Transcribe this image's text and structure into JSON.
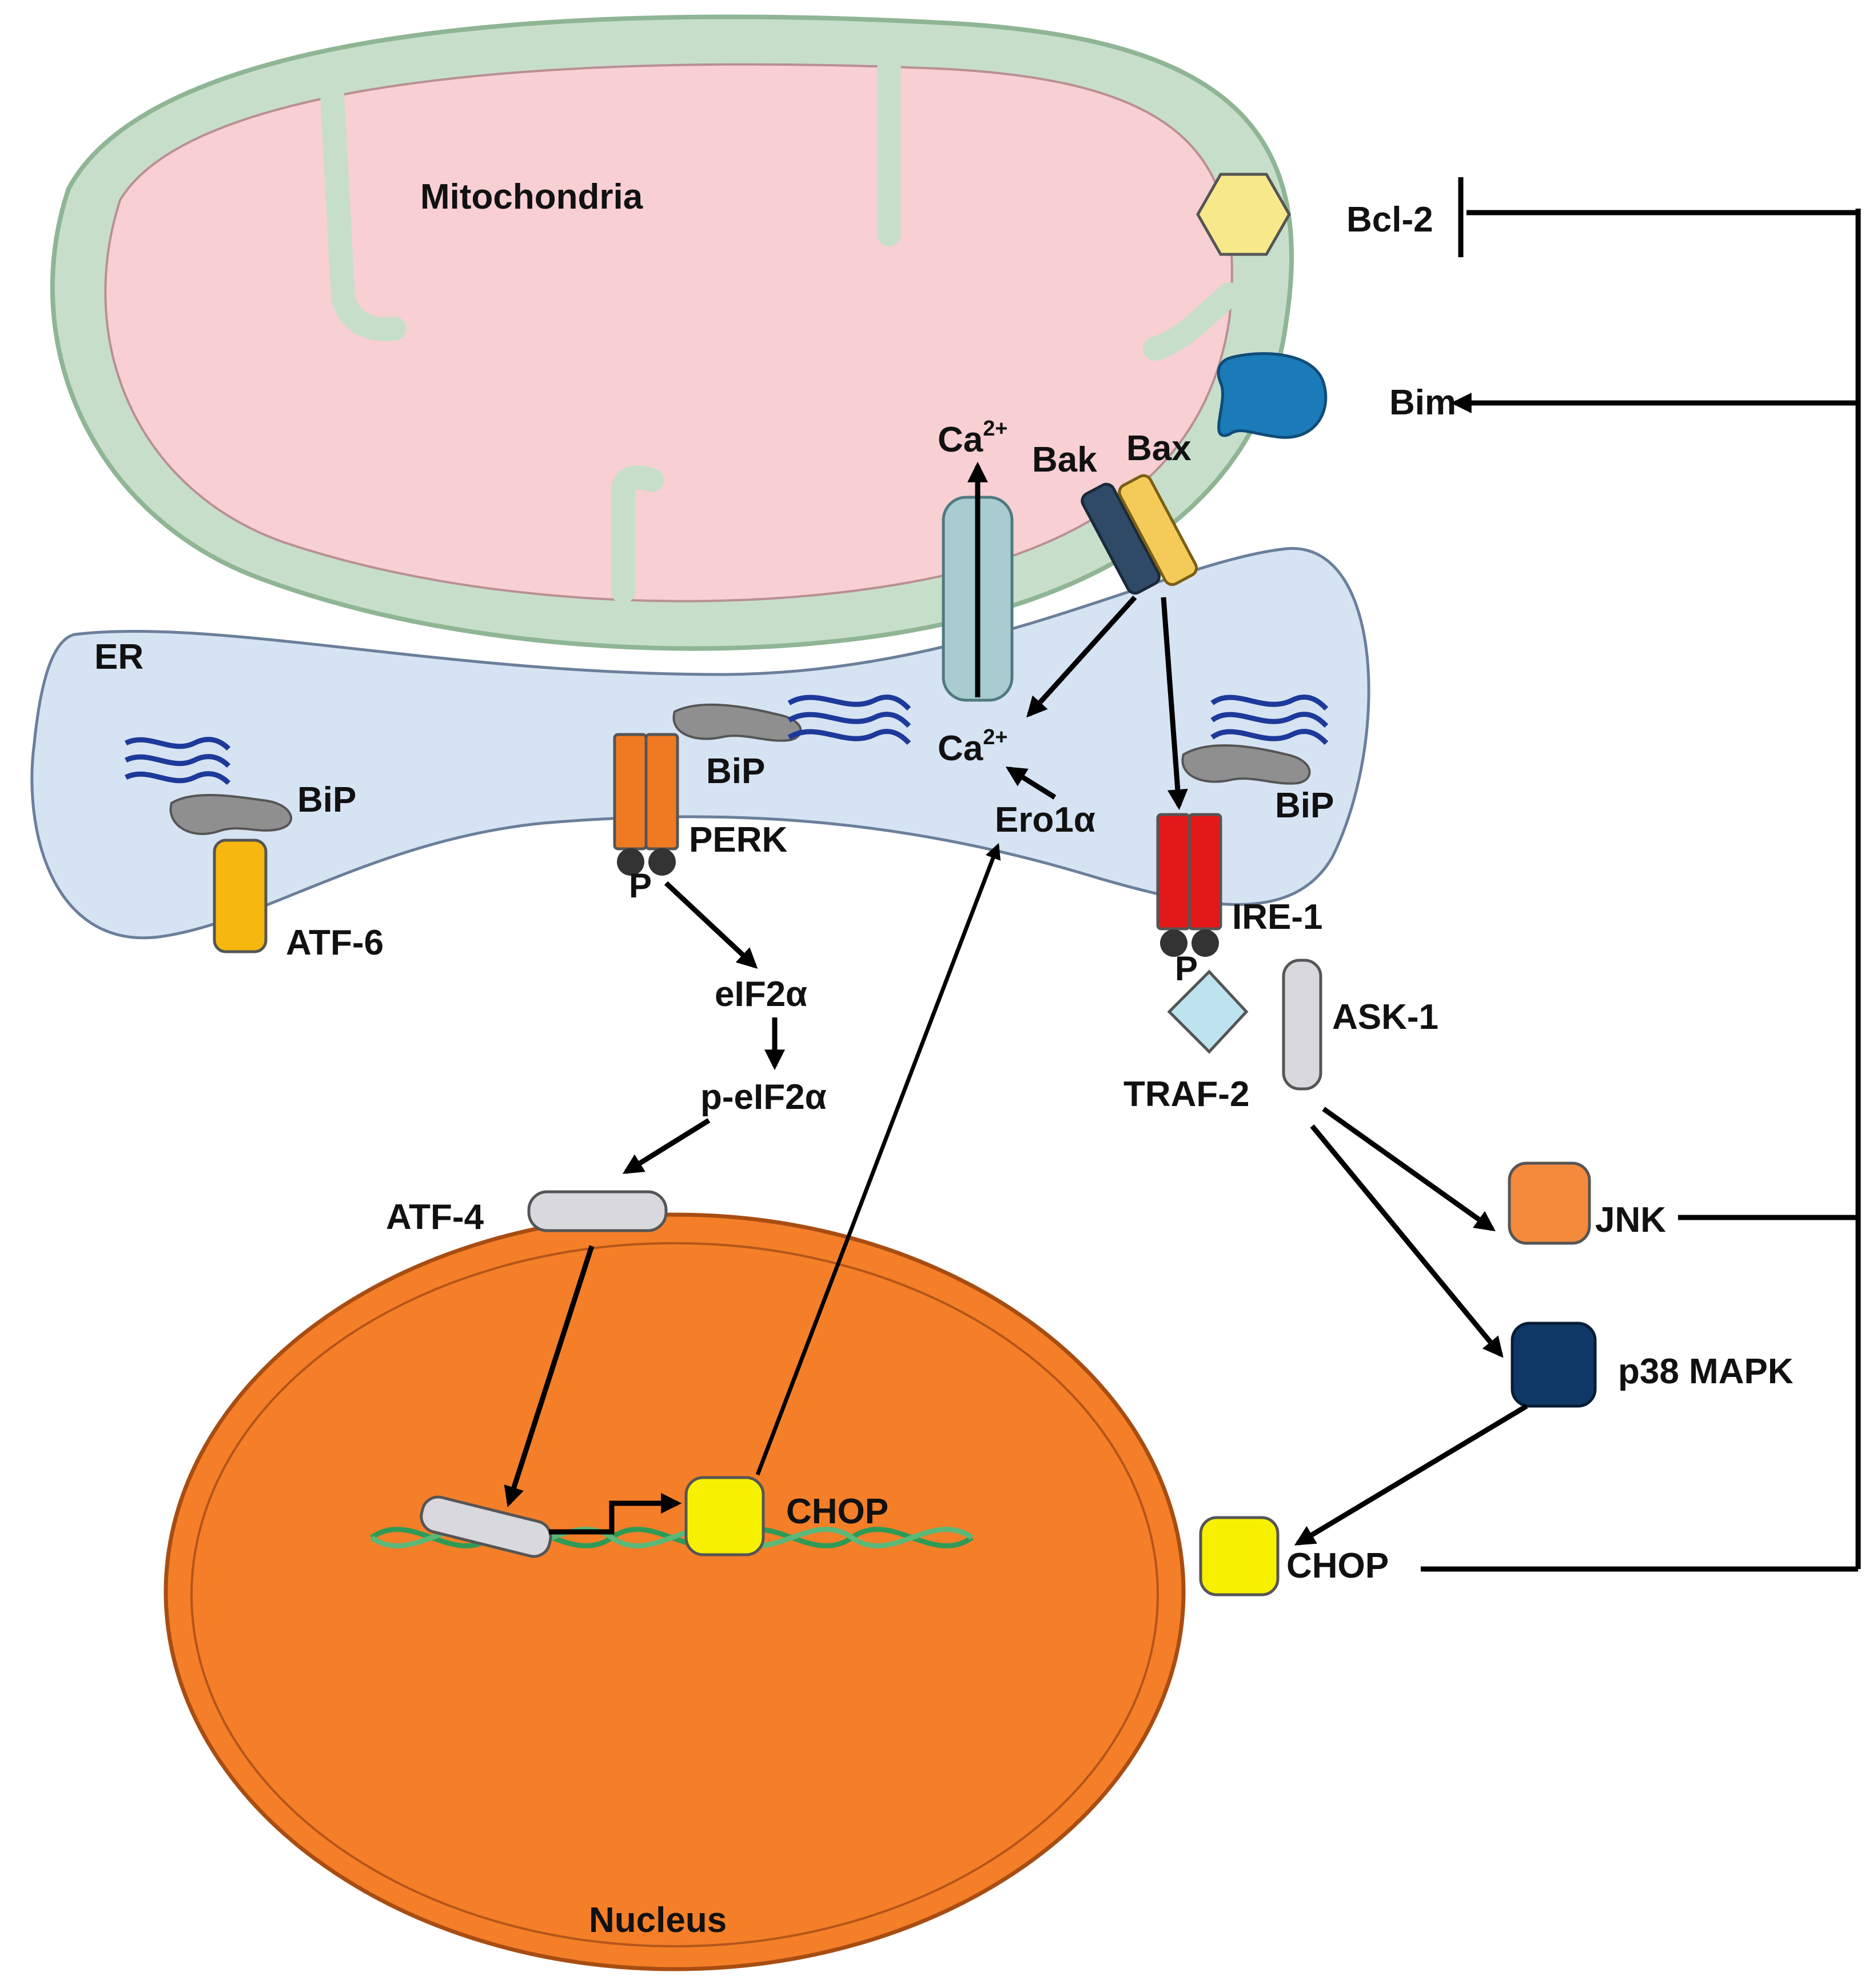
{
  "labels": {
    "mitochondria": "Mitochondria",
    "er": "ER",
    "nucleus": "Nucleus",
    "bcl2": "Bcl-2",
    "bim": "Bim",
    "bak": "Bak",
    "bax": "Bax",
    "ca_top": "Ca",
    "ca_sup": "2+",
    "ca_er": "Ca",
    "ca_er_sup": "2+",
    "ero1a": "Ero1α",
    "bip_left": "BiP",
    "bip_mid": "BiP",
    "bip_right": "BiP",
    "atf6": "ATF-6",
    "perk": "PERK",
    "perk_p": "P",
    "ire1": "IRE-1",
    "ire1_p": "P",
    "eif2a": "eIF2α",
    "p_eif2a": "p-eIF2α",
    "atf4": "ATF-4",
    "chop_nucleus": "CHOP",
    "ask1": "ASK-1",
    "traf2": "TRAF-2",
    "jnk": "JNK",
    "p38": "p38 MAPK",
    "chop_cyto": "CHOP"
  },
  "colors": {
    "mito_outer": "#c7dfca",
    "mito_matrix": "#f8cfd3",
    "er_fill": "#d6e3f3",
    "nucleus_fill": "#f47f28",
    "bcl2": "#f7e98a",
    "bim": "#1b7ab8",
    "bak": "#2e4a66",
    "bax": "#f4cb59",
    "perk": "#f07a22",
    "ire1": "#e31818",
    "atf6": "#f6b80e",
    "bip": "#8f8f8f",
    "unfolded_protein": "#1d3a9a",
    "traf2": "#bde3ef",
    "ask1": "#d8d8dd",
    "jnk": "#f58a3d",
    "p38": "#0f3866",
    "chop": "#f7f100",
    "dna": "#2f9a55"
  }
}
